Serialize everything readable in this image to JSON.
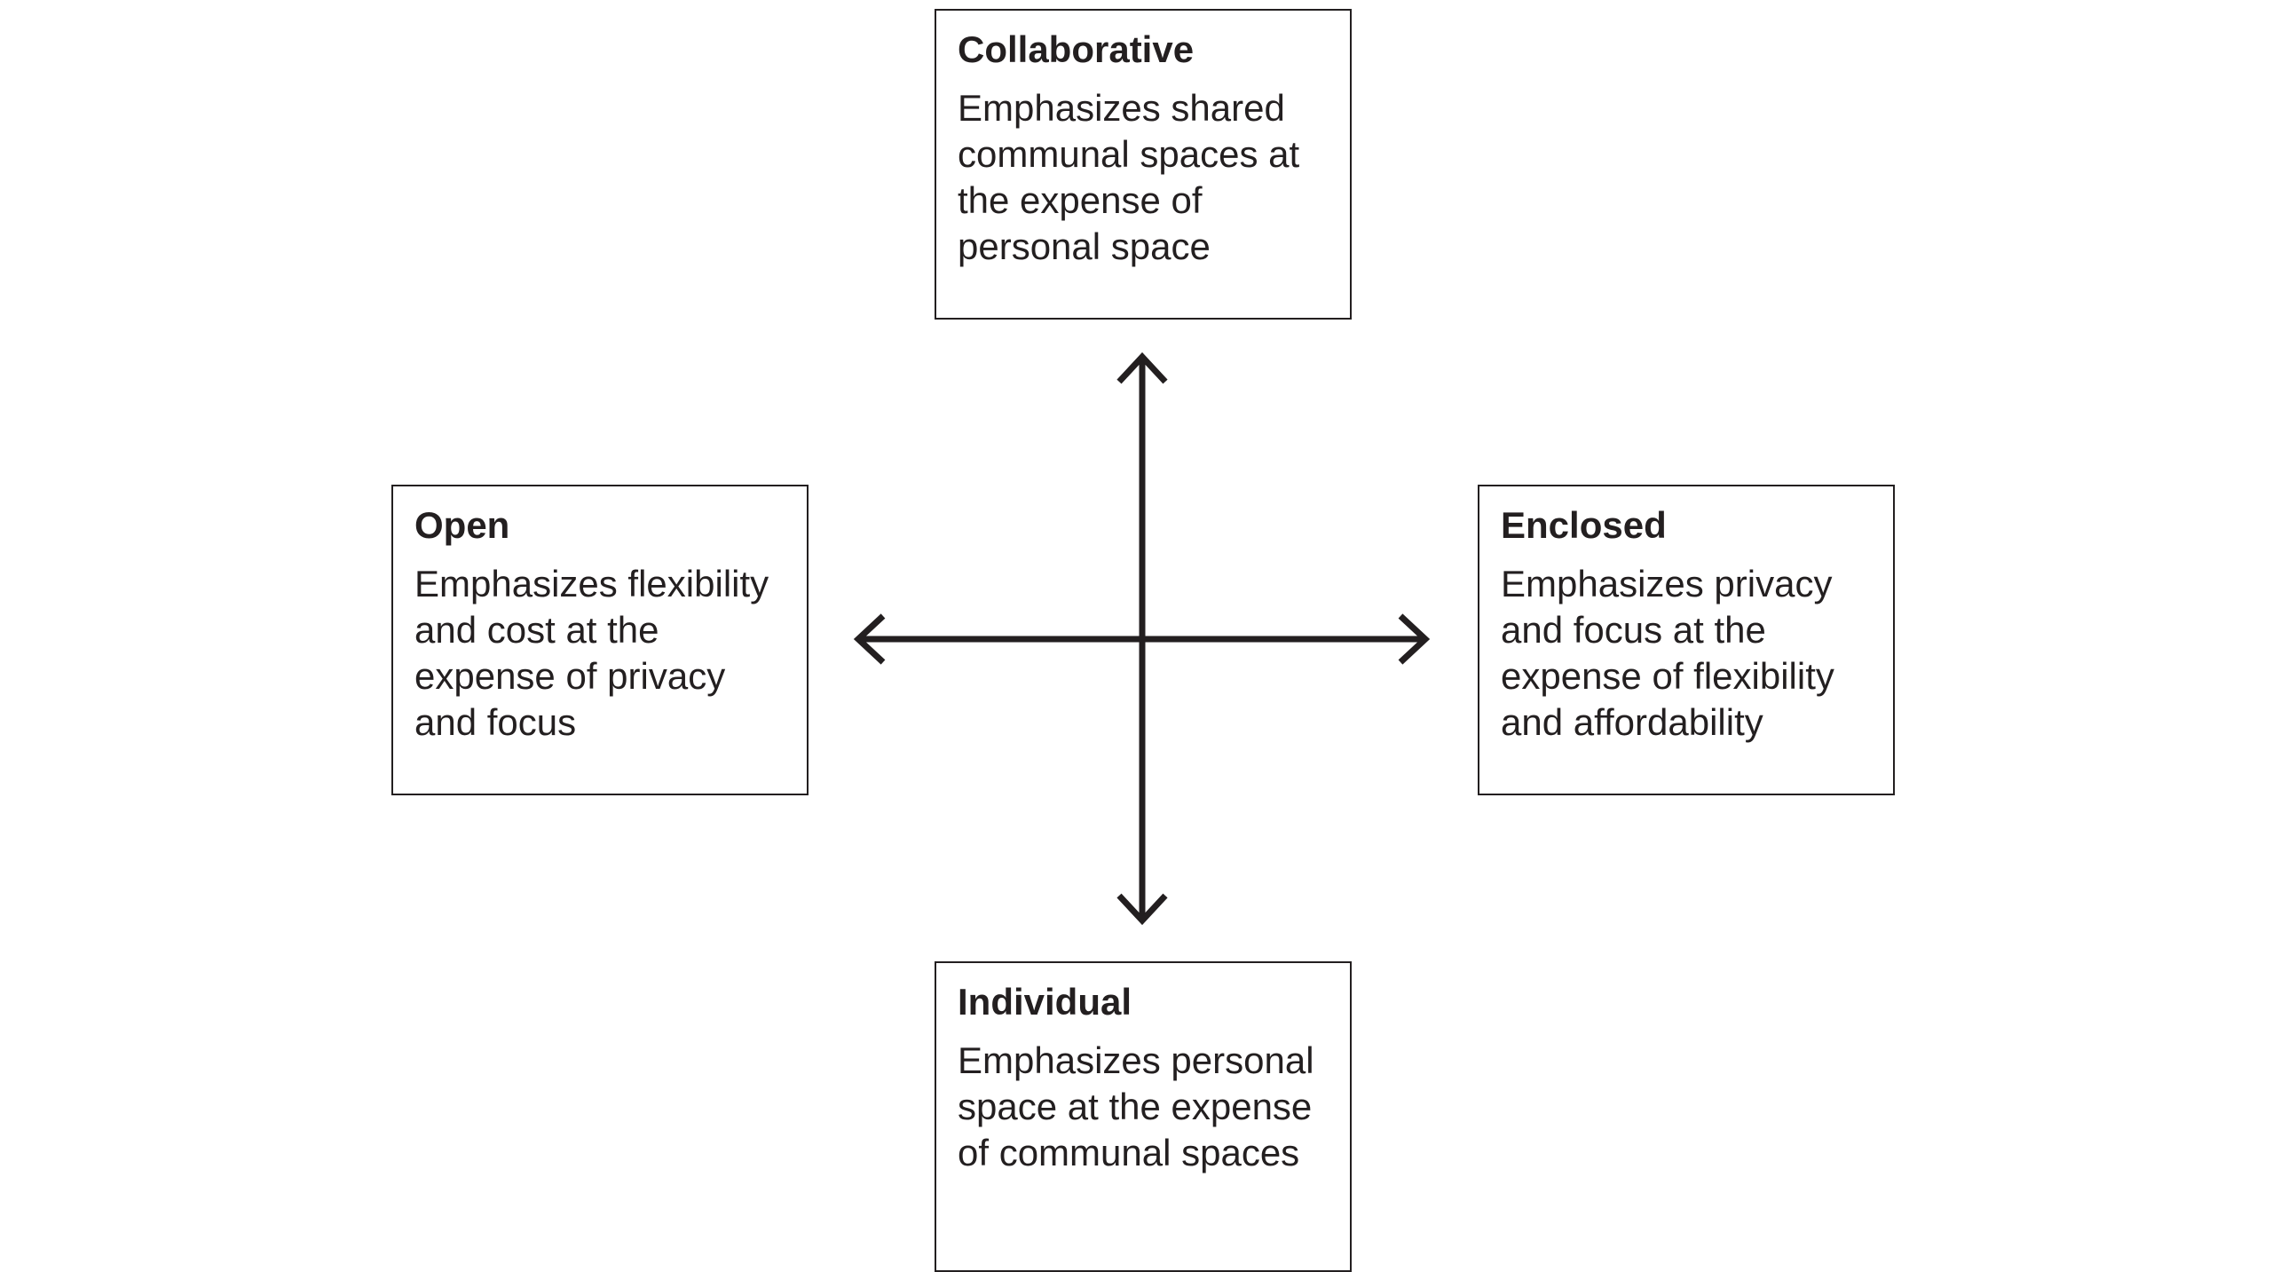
{
  "diagram": {
    "quadrants": {
      "top": {
        "title": "Collaborative",
        "description": "Emphasizes shared communal spaces at the expense of personal space"
      },
      "left": {
        "title": "Open",
        "description": "Emphasizes flexibility and cost at the expense of privacy and focus"
      },
      "right": {
        "title": "Enclosed",
        "description": "Emphasizes privacy and focus at the expense of flexibility and affordability"
      },
      "bottom": {
        "title": "Individual",
        "description": "Emphasizes personal space at the expense of communal spaces"
      }
    },
    "colors": {
      "stroke": "#231f20",
      "background": "#ffffff"
    }
  }
}
